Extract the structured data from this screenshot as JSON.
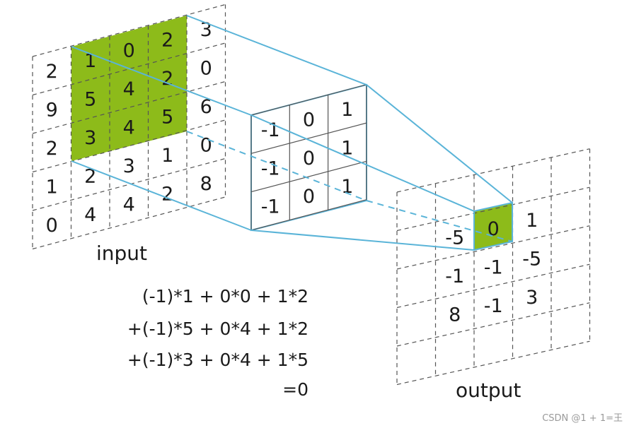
{
  "input": {
    "label": "input",
    "rows": [
      [
        "2",
        "1",
        "0",
        "2",
        "3"
      ],
      [
        "9",
        "5",
        "4",
        "2",
        "0"
      ],
      [
        "2",
        "3",
        "4",
        "5",
        "6"
      ],
      [
        "1",
        "2",
        "3",
        "1",
        "0"
      ],
      [
        "0",
        "4",
        "4",
        "2",
        "8"
      ]
    ],
    "highlight_color": "#8dbb1a"
  },
  "kernel": {
    "rows": [
      [
        "-1",
        "0",
        "1"
      ],
      [
        "-1",
        "0",
        "1"
      ],
      [
        "-1",
        "0",
        "1"
      ]
    ]
  },
  "output": {
    "label": "output",
    "rows": [
      [
        "",
        "",
        "",
        ""
      ],
      [
        "-5",
        "0",
        "1",
        ""
      ],
      [
        "-1",
        "-1",
        "-5",
        ""
      ],
      [
        "8",
        "-1",
        "3",
        ""
      ],
      [
        "",
        "",
        "",
        ""
      ]
    ],
    "highlight_color": "#8dbb1a"
  },
  "equation": {
    "line1": "(-1)*1 +  0*0 + 1*2",
    "line2": "+(-1)*5 +  0*4 + 1*2",
    "line3": "+(-1)*3 +  0*4 + 1*5",
    "line4": "=0"
  },
  "connector_color": "#5ab4d8",
  "watermark": "CSDN @1 + 1=王"
}
